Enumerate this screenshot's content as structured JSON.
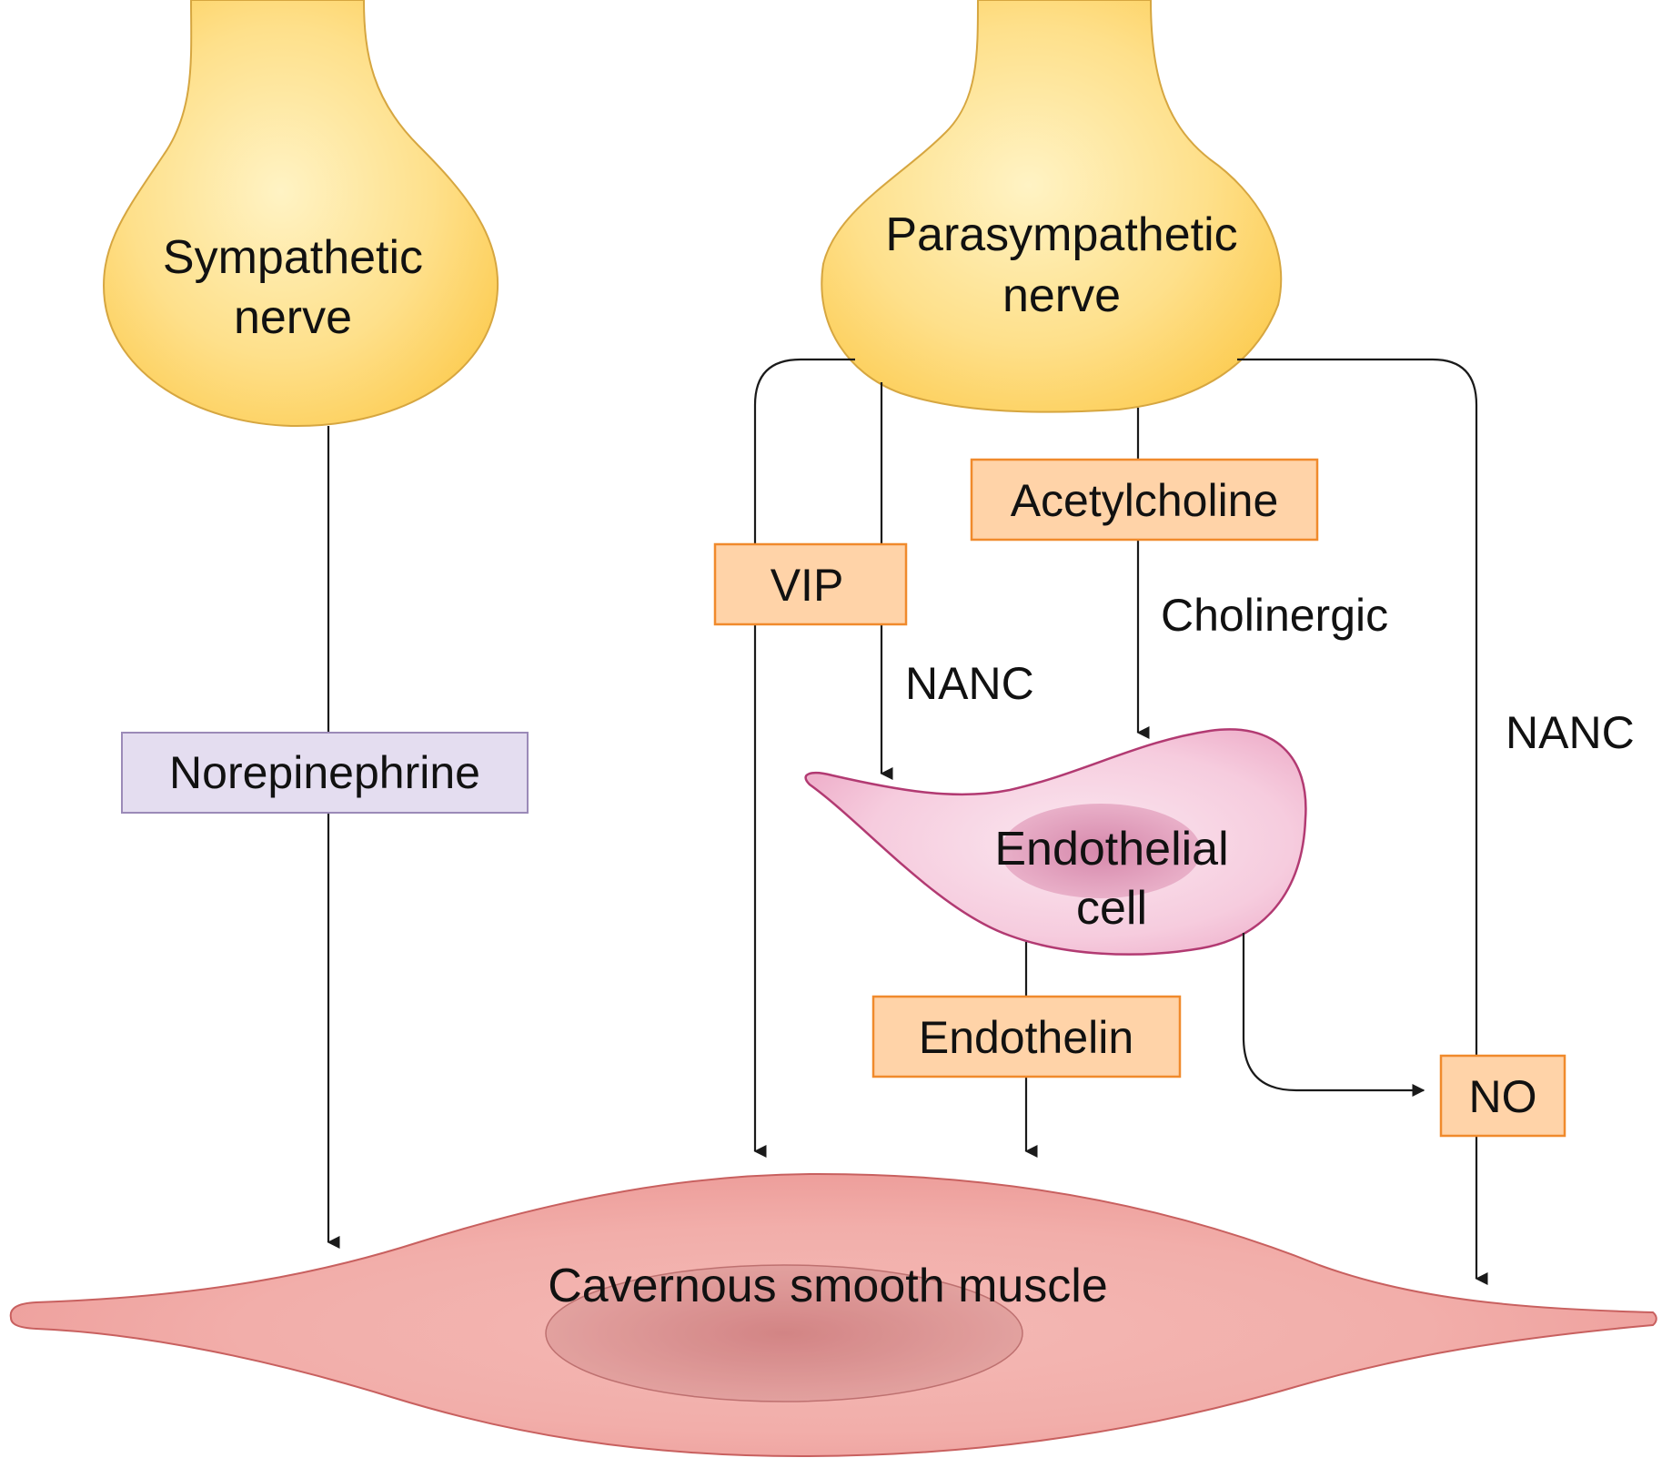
{
  "nodes": {
    "sympathetic_nerve": {
      "line1": "Sympathetic",
      "line2": "nerve",
      "color": "#FDD262"
    },
    "parasympathetic_nerve": {
      "line1": "Parasympathetic",
      "line2": "nerve",
      "color": "#FDD262"
    },
    "endothelial_cell": {
      "line1": "Endothelial",
      "line2": "cell",
      "color": "#F6C9DC"
    },
    "cavernous_smooth_muscle": {
      "label": "Cavernous smooth muscle",
      "color": "#F0A7A4"
    }
  },
  "boxes": {
    "norepinephrine": {
      "label": "Norepinephrine",
      "fill": "#E4DDF0",
      "stroke": "#9B8AB8"
    },
    "vip": {
      "label": "VIP",
      "fill": "#FFD3A8",
      "stroke": "#F08A2C"
    },
    "acetylcholine": {
      "label": "Acetylcholine",
      "fill": "#FFD3A8",
      "stroke": "#F08A2C"
    },
    "endothelin": {
      "label": "Endothelin",
      "fill": "#FFD3A8",
      "stroke": "#F08A2C"
    },
    "no": {
      "label": "NO",
      "fill": "#FFD3A8",
      "stroke": "#F08A2C"
    }
  },
  "pathway_labels": {
    "nanc_middle": "NANC",
    "cholinergic": "Cholinergic",
    "nanc_right": "NANC"
  }
}
